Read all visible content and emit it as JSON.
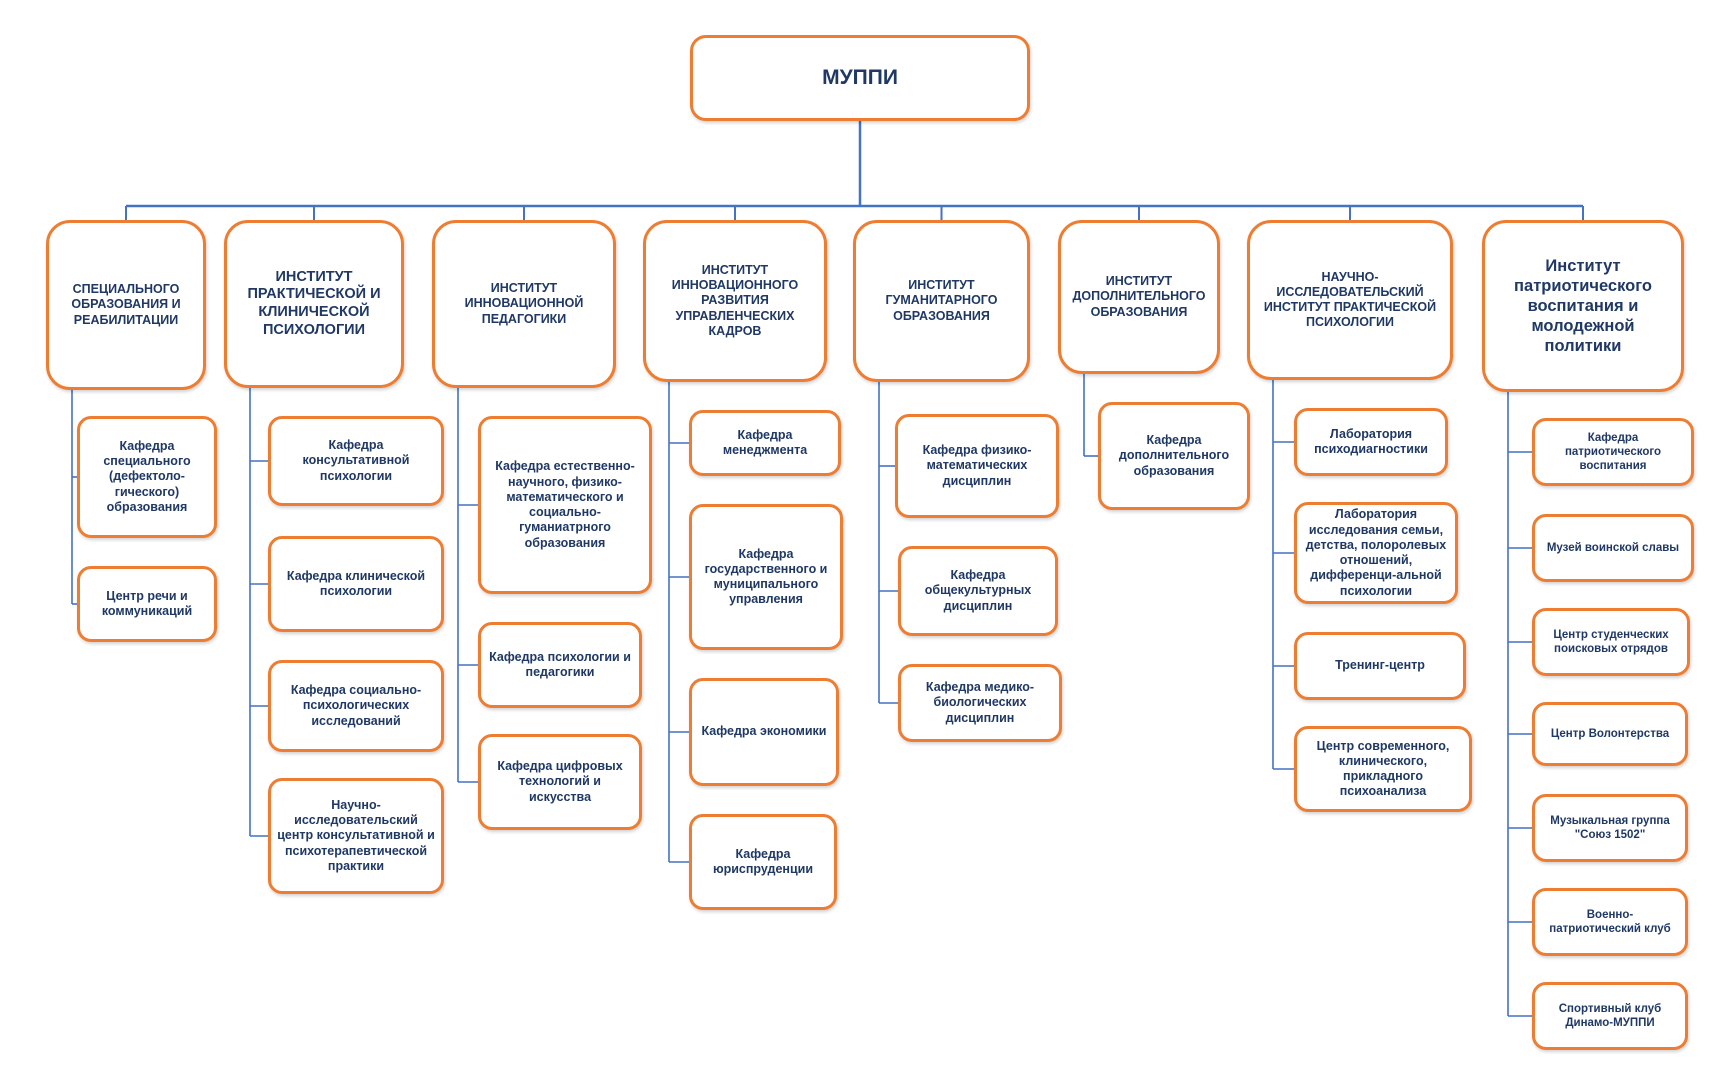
{
  "colors": {
    "box_border": "#ee7d31",
    "connector": "#4472c4",
    "text": "#1f3864"
  },
  "root": {
    "label": "МУППИ"
  },
  "institutes": [
    {
      "label": "СПЕЦИАЛЬНОГО ОБРАЗОВАНИЯ И РЕАБИЛИТАЦИИ",
      "units": [
        "Кафедра специального (дефектоло-гического) образования",
        "Центр речи и коммуникаций"
      ]
    },
    {
      "label": "ИНСТИТУТ ПРАКТИЧЕСКОЙ И КЛИНИЧЕСКОЙ ПСИХОЛОГИИ",
      "units": [
        "Кафедра консультативной психологии",
        "Кафедра клинической психологии",
        "Кафедра социально-психологических исследований",
        "Научно-исследовательский центр консультативной и психотерапевтической практики"
      ]
    },
    {
      "label": "ИНСТИТУТ ИННОВАЦИОННОЙ ПЕДАГОГИКИ",
      "units": [
        "Кафедра естественно-научного, физико-математического и социально-гуманиатрного образования",
        "Кафедра психологии и педагогики",
        "Кафедра цифровых технологий и искусства"
      ]
    },
    {
      "label": "ИНСТИТУТ ИННОВАЦИОННОГО РАЗВИТИЯ УПРАВЛЕНЧЕСКИХ КАДРОВ",
      "units": [
        "Кафедра менеджмента",
        "Кафедра государственного и муниципального управления",
        "Кафедра экономики",
        "Кафедра юриспруденции"
      ]
    },
    {
      "label": "ИНСТИТУТ ГУМАНИТАРНОГО ОБРАЗОВАНИЯ",
      "units": [
        "Кафедра физико-математических дисциплин",
        "Кафедра общекультурных дисциплин",
        "Кафедра медико-биологических дисциплин"
      ]
    },
    {
      "label": "ИНСТИТУТ ДОПОЛНИТЕЛЬНОГО ОБРАЗОВАНИЯ",
      "units": [
        "Кафедра дополнительного образования"
      ]
    },
    {
      "label": "НАУЧНО-ИССЛЕДОВАТЕЛЬСКИЙ ИНСТИТУТ ПРАКТИЧЕСКОЙ ПСИХОЛОГИИ",
      "units": [
        "Лаборатория психодиагностики",
        "Лаборатория исследования семьи, детства, полоролевых отношений, дифференци-альной психологии",
        "Тренинг-центр",
        "Центр современного, клинического, прикладного психоанализа"
      ]
    },
    {
      "label": "Институт патриотического воспитания и молодежной политики",
      "units": [
        "Кафедра патриотического воспитания",
        "Музей воинской славы",
        "Центр студенческих поисковых отрядов",
        "Центр Волонтерства",
        "Музыкальная группа \"Союз 1502\"",
        "Военно-патриотический клуб",
        "Спортивный клуб Динамо-МУППИ"
      ]
    }
  ]
}
